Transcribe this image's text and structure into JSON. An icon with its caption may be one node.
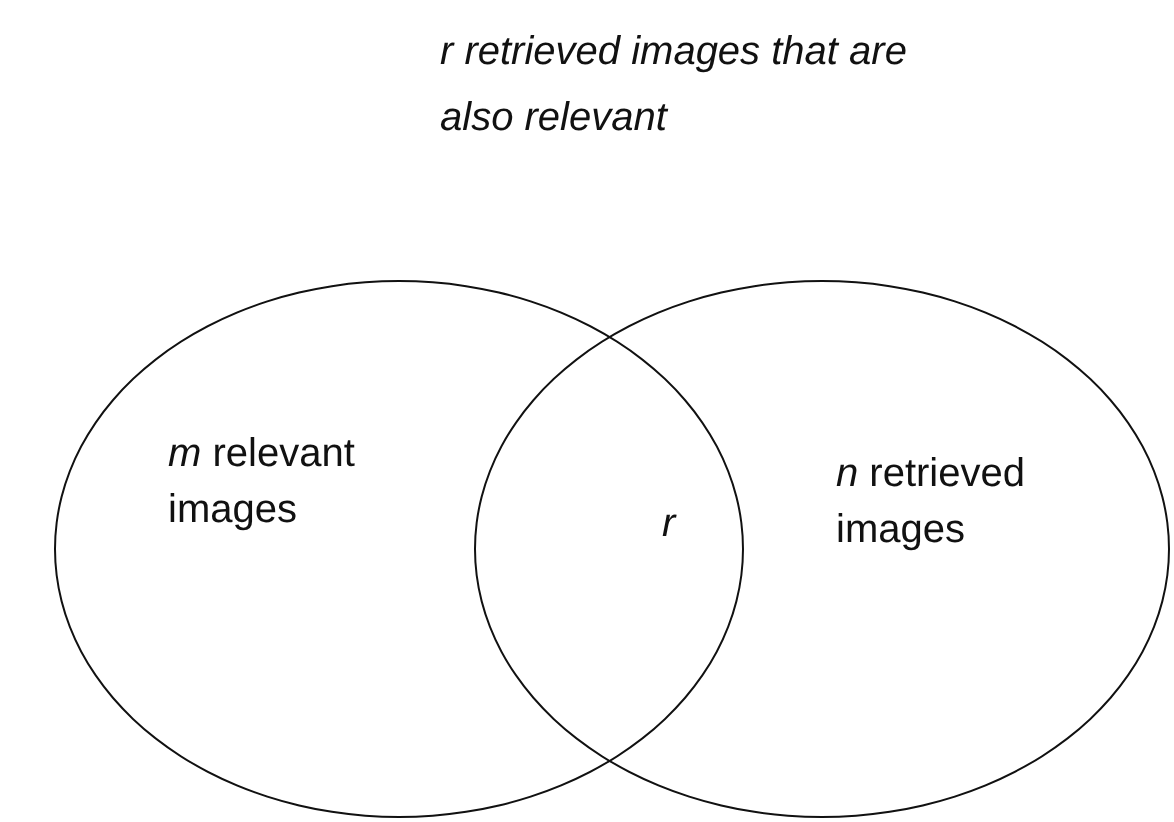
{
  "diagram": {
    "nodes": [
      {
        "text": [
          "*m* relevant images"
        ]
      },
      {
        "text": [
          "*n* retrieved images"
        ]
      }
    ],
    "labels": [
      "r retrieved images that are also relevant",
      "r"
    ]
  }
}
